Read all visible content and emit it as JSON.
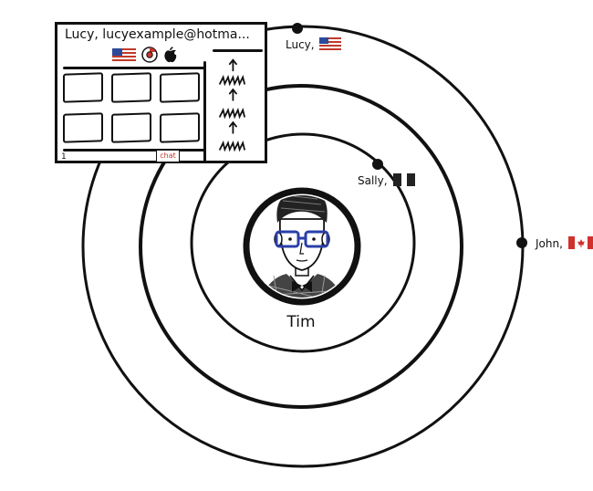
{
  "center": {
    "name": "Tim"
  },
  "orbits": [
    {
      "contact": "Sally,",
      "flag": "dark"
    },
    {
      "contact": "Lucy,",
      "flag": "us"
    },
    {
      "contact": "John,",
      "flag": "ca"
    }
  ],
  "card": {
    "title": "Lucy, lucyexample@hotma...",
    "footer_left": "1",
    "chat_label": "chat",
    "icons": [
      "us-flag-icon",
      "chrome-icon",
      "apple-icon"
    ]
  },
  "colors": {
    "ink": "#111111",
    "glasses": "#2a3fa8",
    "us_red": "#c0392b",
    "us_blue": "#2c4a9a",
    "ca_red": "#d0312d"
  }
}
